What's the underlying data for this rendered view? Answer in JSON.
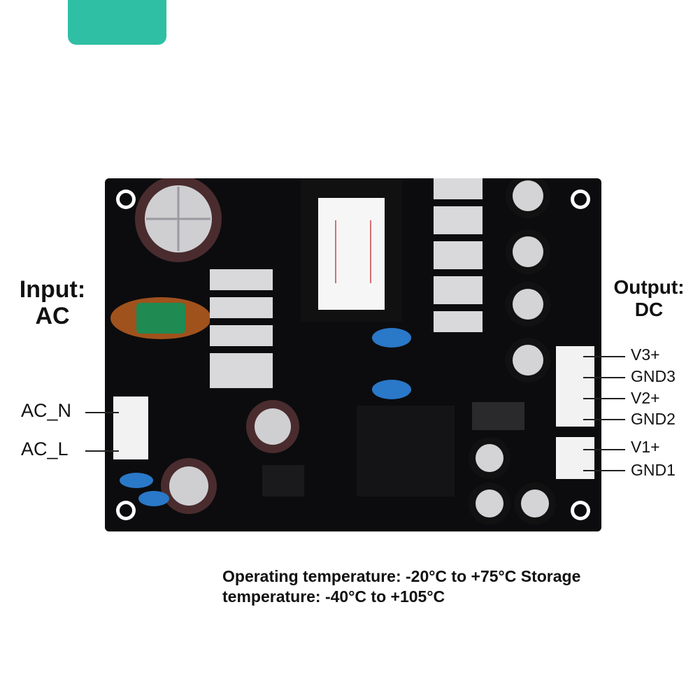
{
  "input": {
    "line1": "Input:",
    "line2": "AC"
  },
  "output": {
    "line1": "Output:",
    "line2": "DC"
  },
  "input_pins": [
    "AC_N",
    "AC_L"
  ],
  "output_pins": [
    "V3+",
    "GND3",
    "V2+",
    "GND2",
    "V1+",
    "GND1"
  ],
  "caption": {
    "line1": "Operating temperature: -20°C to +75°C Storage",
    "line2": "temperature: -40°C to +105°C"
  },
  "colors": {
    "tab": "#2ebfa5",
    "pcb": "#0c0c0e",
    "text": "#111111"
  }
}
